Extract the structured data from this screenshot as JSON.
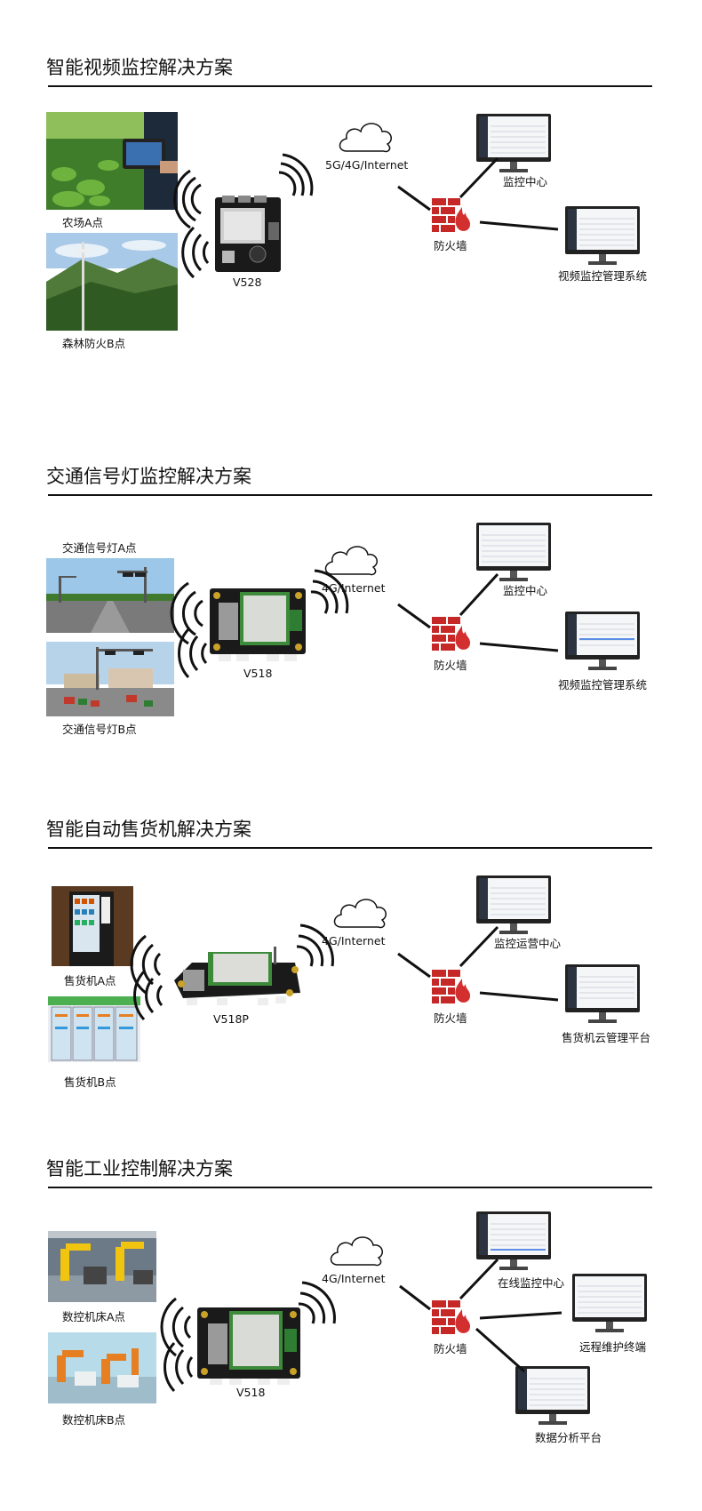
{
  "sections": [
    {
      "title": "智能视频监控解决方案",
      "sites": [
        "农场A点",
        "森林防火B点"
      ],
      "device": "V528",
      "cloud": "5G/4G/Internet",
      "firewall": "防火墙",
      "targets": [
        "监控中心",
        "视频监控管理系统"
      ]
    },
    {
      "title": "交通信号灯监控解决方案",
      "sites": [
        "交通信号灯A点",
        "交通信号灯B点"
      ],
      "device": "V518",
      "cloud": "4G/Internet",
      "firewall": "防火墙",
      "targets": [
        "监控中心",
        "视频监控管理系统"
      ]
    },
    {
      "title": "智能自动售货机解决方案",
      "sites": [
        "售货机A点",
        "售货机B点"
      ],
      "device": "V518P",
      "cloud": "4G/Internet",
      "firewall": "防火墙",
      "targets": [
        "监控运营中心",
        "售货机云管理平台"
      ]
    },
    {
      "title": "智能工业控制解决方案",
      "sites": [
        "数控机床A点",
        "数控机床B点"
      ],
      "device": "V518",
      "cloud": "4G/Internet",
      "firewall": "防火墙",
      "targets": [
        "在线监控中心",
        "远程维护终端",
        "数据分析平台"
      ]
    }
  ]
}
